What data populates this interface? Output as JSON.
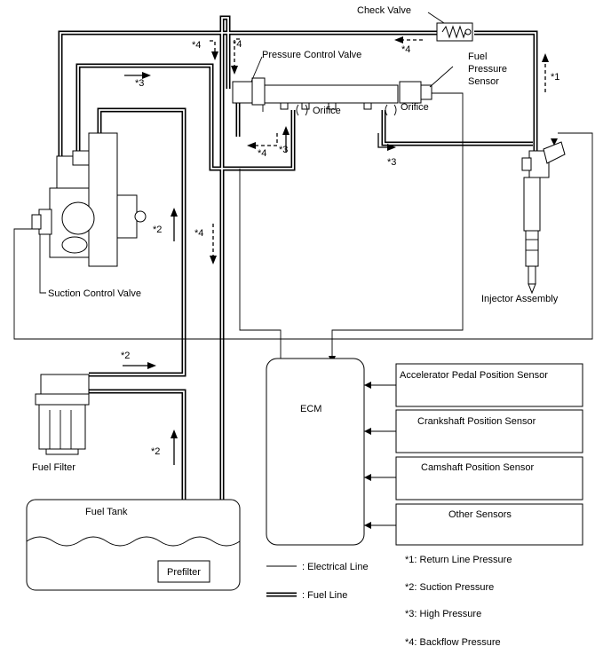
{
  "labels": {
    "check_valve": "Check Valve",
    "pressure_control_valve": "Pressure Control Valve",
    "fuel_pressure_sensor_1": "Fuel",
    "fuel_pressure_sensor_2": "Pressure",
    "fuel_pressure_sensor_3": "Sensor",
    "orifice_left": "Orifice",
    "orifice_right": "Orifice",
    "suction_control_valve": "Suction Control Valve",
    "injector_assembly": "Injector Assembly",
    "fuel_filter": "Fuel Filter",
    "fuel_tank": "Fuel Tank",
    "prefilter": "Prefilter",
    "ecm": "ECM"
  },
  "sensors": [
    "Accelerator Pedal Position Sensor",
    "Crankshaft Position Sensor",
    "Camshaft Position Sensor",
    "Other Sensors"
  ],
  "flow_markers": {
    "m1": "*1",
    "m2": "*2",
    "m3": "*3",
    "m4": "*4"
  },
  "legend": {
    "electrical_line": ": Electrical Line",
    "fuel_line": ": Fuel Line",
    "items": [
      "*1: Return Line Pressure",
      "*2: Suction Pressure",
      "*3: High Pressure",
      "*4: Backflow Pressure"
    ]
  }
}
